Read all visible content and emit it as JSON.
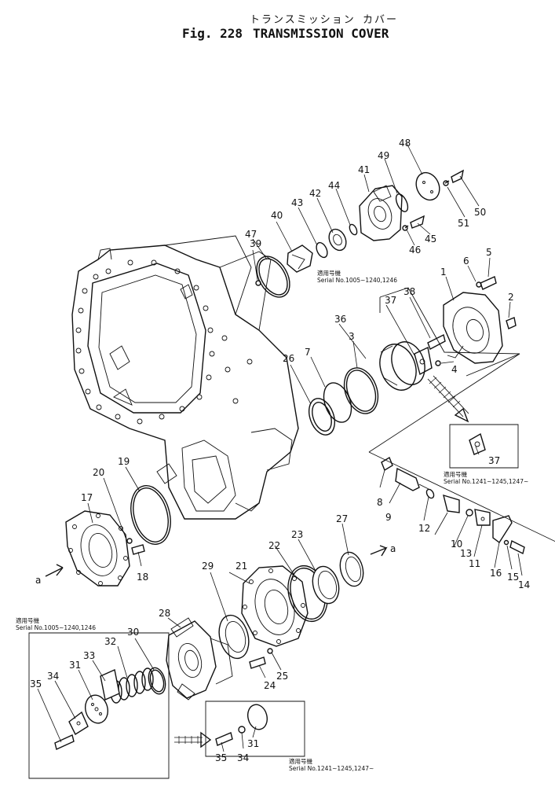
{
  "header": {
    "japanese_title": "トランスミッション",
    "japanese_cover": "カバー",
    "figure_number": "Fig. 228",
    "figure_name": "TRANSMISSION COVER"
  },
  "notes": {
    "serial_top": "Serial No.1005~1240,1246",
    "serial_right": "Serial No.1241~1245,1247~",
    "serial_left_box": "Serial No.1005~1240,1246",
    "serial_bottom_box": "Serial No.1241~1245,1247~",
    "applicable_label": "適用号機"
  },
  "arrow_labels": {
    "left": "a",
    "right": "a"
  },
  "callouts": [
    {
      "id": "p1",
      "text": "1"
    },
    {
      "id": "p2",
      "text": "2"
    },
    {
      "id": "p3",
      "text": "3"
    },
    {
      "id": "p4",
      "text": "4"
    },
    {
      "id": "p5",
      "text": "5"
    },
    {
      "id": "p6",
      "text": "6"
    },
    {
      "id": "p7",
      "text": "7"
    },
    {
      "id": "p8",
      "text": "8"
    },
    {
      "id": "p9",
      "text": "9"
    },
    {
      "id": "p10",
      "text": "10"
    },
    {
      "id": "p11",
      "text": "11"
    },
    {
      "id": "p12",
      "text": "12"
    },
    {
      "id": "p13",
      "text": "13"
    },
    {
      "id": "p14",
      "text": "14"
    },
    {
      "id": "p15",
      "text": "15"
    },
    {
      "id": "p16",
      "text": "16"
    },
    {
      "id": "p17",
      "text": "17"
    },
    {
      "id": "p18",
      "text": "18"
    },
    {
      "id": "p19",
      "text": "19"
    },
    {
      "id": "p20",
      "text": "20"
    },
    {
      "id": "p21",
      "text": "21"
    },
    {
      "id": "p22",
      "text": "22"
    },
    {
      "id": "p23",
      "text": "23"
    },
    {
      "id": "p24",
      "text": "24"
    },
    {
      "id": "p25",
      "text": "25"
    },
    {
      "id": "p26",
      "text": "26"
    },
    {
      "id": "p27",
      "text": "27"
    },
    {
      "id": "p28",
      "text": "28"
    },
    {
      "id": "p29",
      "text": "29"
    },
    {
      "id": "p30",
      "text": "30"
    },
    {
      "id": "p31",
      "text": "31"
    },
    {
      "id": "p31b",
      "text": "31"
    },
    {
      "id": "p32",
      "text": "32"
    },
    {
      "id": "p33",
      "text": "33"
    },
    {
      "id": "p34",
      "text": "34"
    },
    {
      "id": "p34b",
      "text": "34"
    },
    {
      "id": "p35",
      "text": "35"
    },
    {
      "id": "p35b",
      "text": "35"
    },
    {
      "id": "p36",
      "text": "36"
    },
    {
      "id": "p37",
      "text": "37"
    },
    {
      "id": "p37b",
      "text": "37"
    },
    {
      "id": "p38",
      "text": "38"
    },
    {
      "id": "p39",
      "text": "39"
    },
    {
      "id": "p40",
      "text": "40"
    },
    {
      "id": "p41",
      "text": "41"
    },
    {
      "id": "p42",
      "text": "42"
    },
    {
      "id": "p43",
      "text": "43"
    },
    {
      "id": "p44",
      "text": "44"
    },
    {
      "id": "p45",
      "text": "45"
    },
    {
      "id": "p46",
      "text": "46"
    },
    {
      "id": "p47",
      "text": "47"
    },
    {
      "id": "p48",
      "text": "48"
    },
    {
      "id": "p49",
      "text": "49"
    },
    {
      "id": "p50",
      "text": "50"
    },
    {
      "id": "p51",
      "text": "51"
    }
  ]
}
